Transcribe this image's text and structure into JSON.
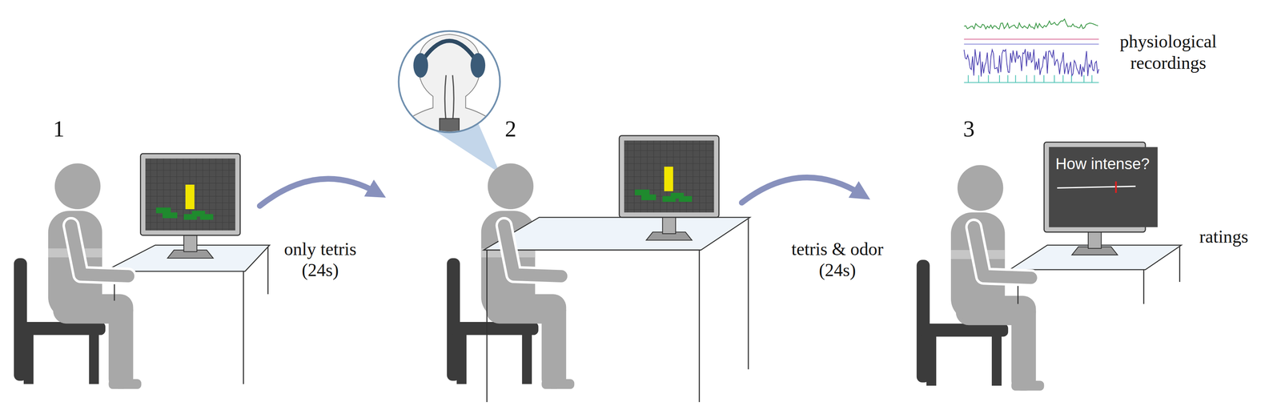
{
  "diagram": {
    "nodes": [
      {
        "text": [
          "How intense?"
        ]
      }
    ],
    "labels": [
      "1",
      "2",
      "3",
      "only tetris (24s)",
      "tetris & odor (24s)",
      "physiological recordings",
      "ratings"
    ]
  }
}
